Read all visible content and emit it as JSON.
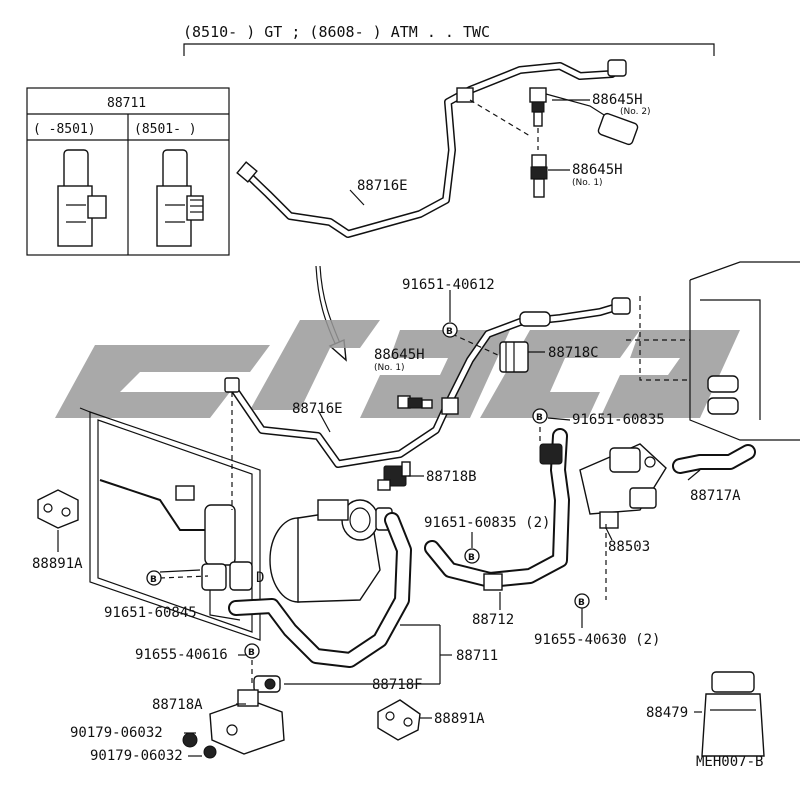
{
  "header": {
    "text": "(8510-     ) GT ; (8608-     ) ATM . . TWC"
  },
  "inset_table": {
    "title": "88711",
    "col1": "(     -8501)",
    "col2": "(8501-     )"
  },
  "labels": {
    "sw_no2": "88645H",
    "sw_no2_note": "(No. 2)",
    "sw_no1": "88645H",
    "sw_no1_note": "(No. 1)",
    "pipe_upper": "88716E",
    "bolt_a": "91651-40612",
    "clamp_c": "88718C",
    "sw_mid": "88645H",
    "sw_mid_note": "(No. 1)",
    "pipe_lower": "88716E",
    "bolt_b": "91651-60835",
    "hose_a": "88717A",
    "clamp_b": "88718B",
    "bolt_c": "91651-60835 (2)",
    "drier": "88503",
    "bracket_left": "88891A",
    "bolt_d": "91651-60845",
    "pipe_mid": "88712",
    "bolt_e": "91655-40630 (2)",
    "bolt_f": "91655-40616",
    "hose_main": "88711",
    "clamp_f": "88718F",
    "clamp_a": "88718A",
    "bracket_right": "88891A",
    "screw_a": "90179-06032",
    "screw_b": "90179-06032",
    "cap": "88479",
    "code": "MEH007-B"
  },
  "bolt_marker": "B"
}
